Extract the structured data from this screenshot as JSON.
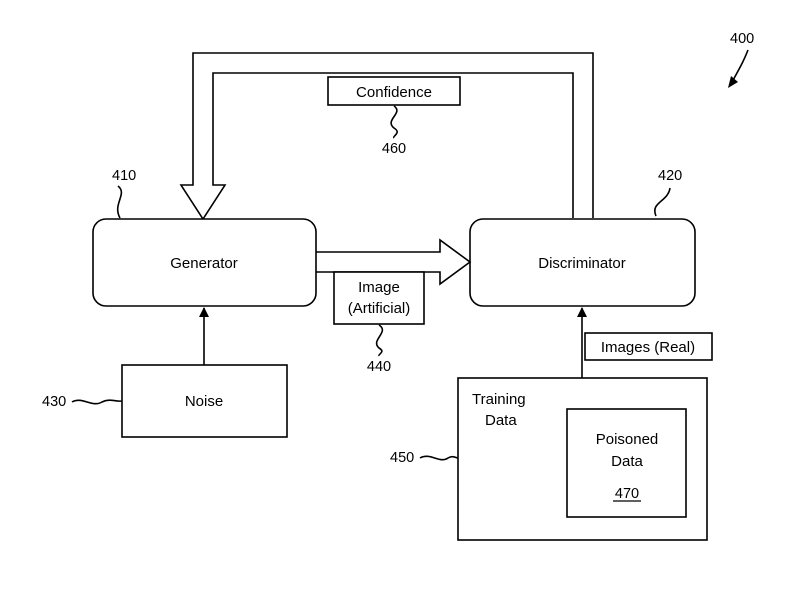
{
  "figure_number": "400",
  "nodes": {
    "generator": {
      "label": "Generator",
      "ref": "410"
    },
    "discriminator": {
      "label": "Discriminator",
      "ref": "420"
    },
    "noise": {
      "label": "Noise",
      "ref": "430"
    },
    "training_data": {
      "label_line1": "Training",
      "label_line2": "Data",
      "ref": "450"
    },
    "poisoned_data": {
      "label_line1": "Poisoned",
      "label_line2": "Data",
      "ref": "470"
    }
  },
  "flows": {
    "confidence": {
      "label": "Confidence",
      "ref": "460"
    },
    "image_artificial": {
      "label_line1": "Image",
      "label_line2": "(Artificial)",
      "ref": "440"
    },
    "images_real": {
      "label": "Images (Real)"
    }
  }
}
